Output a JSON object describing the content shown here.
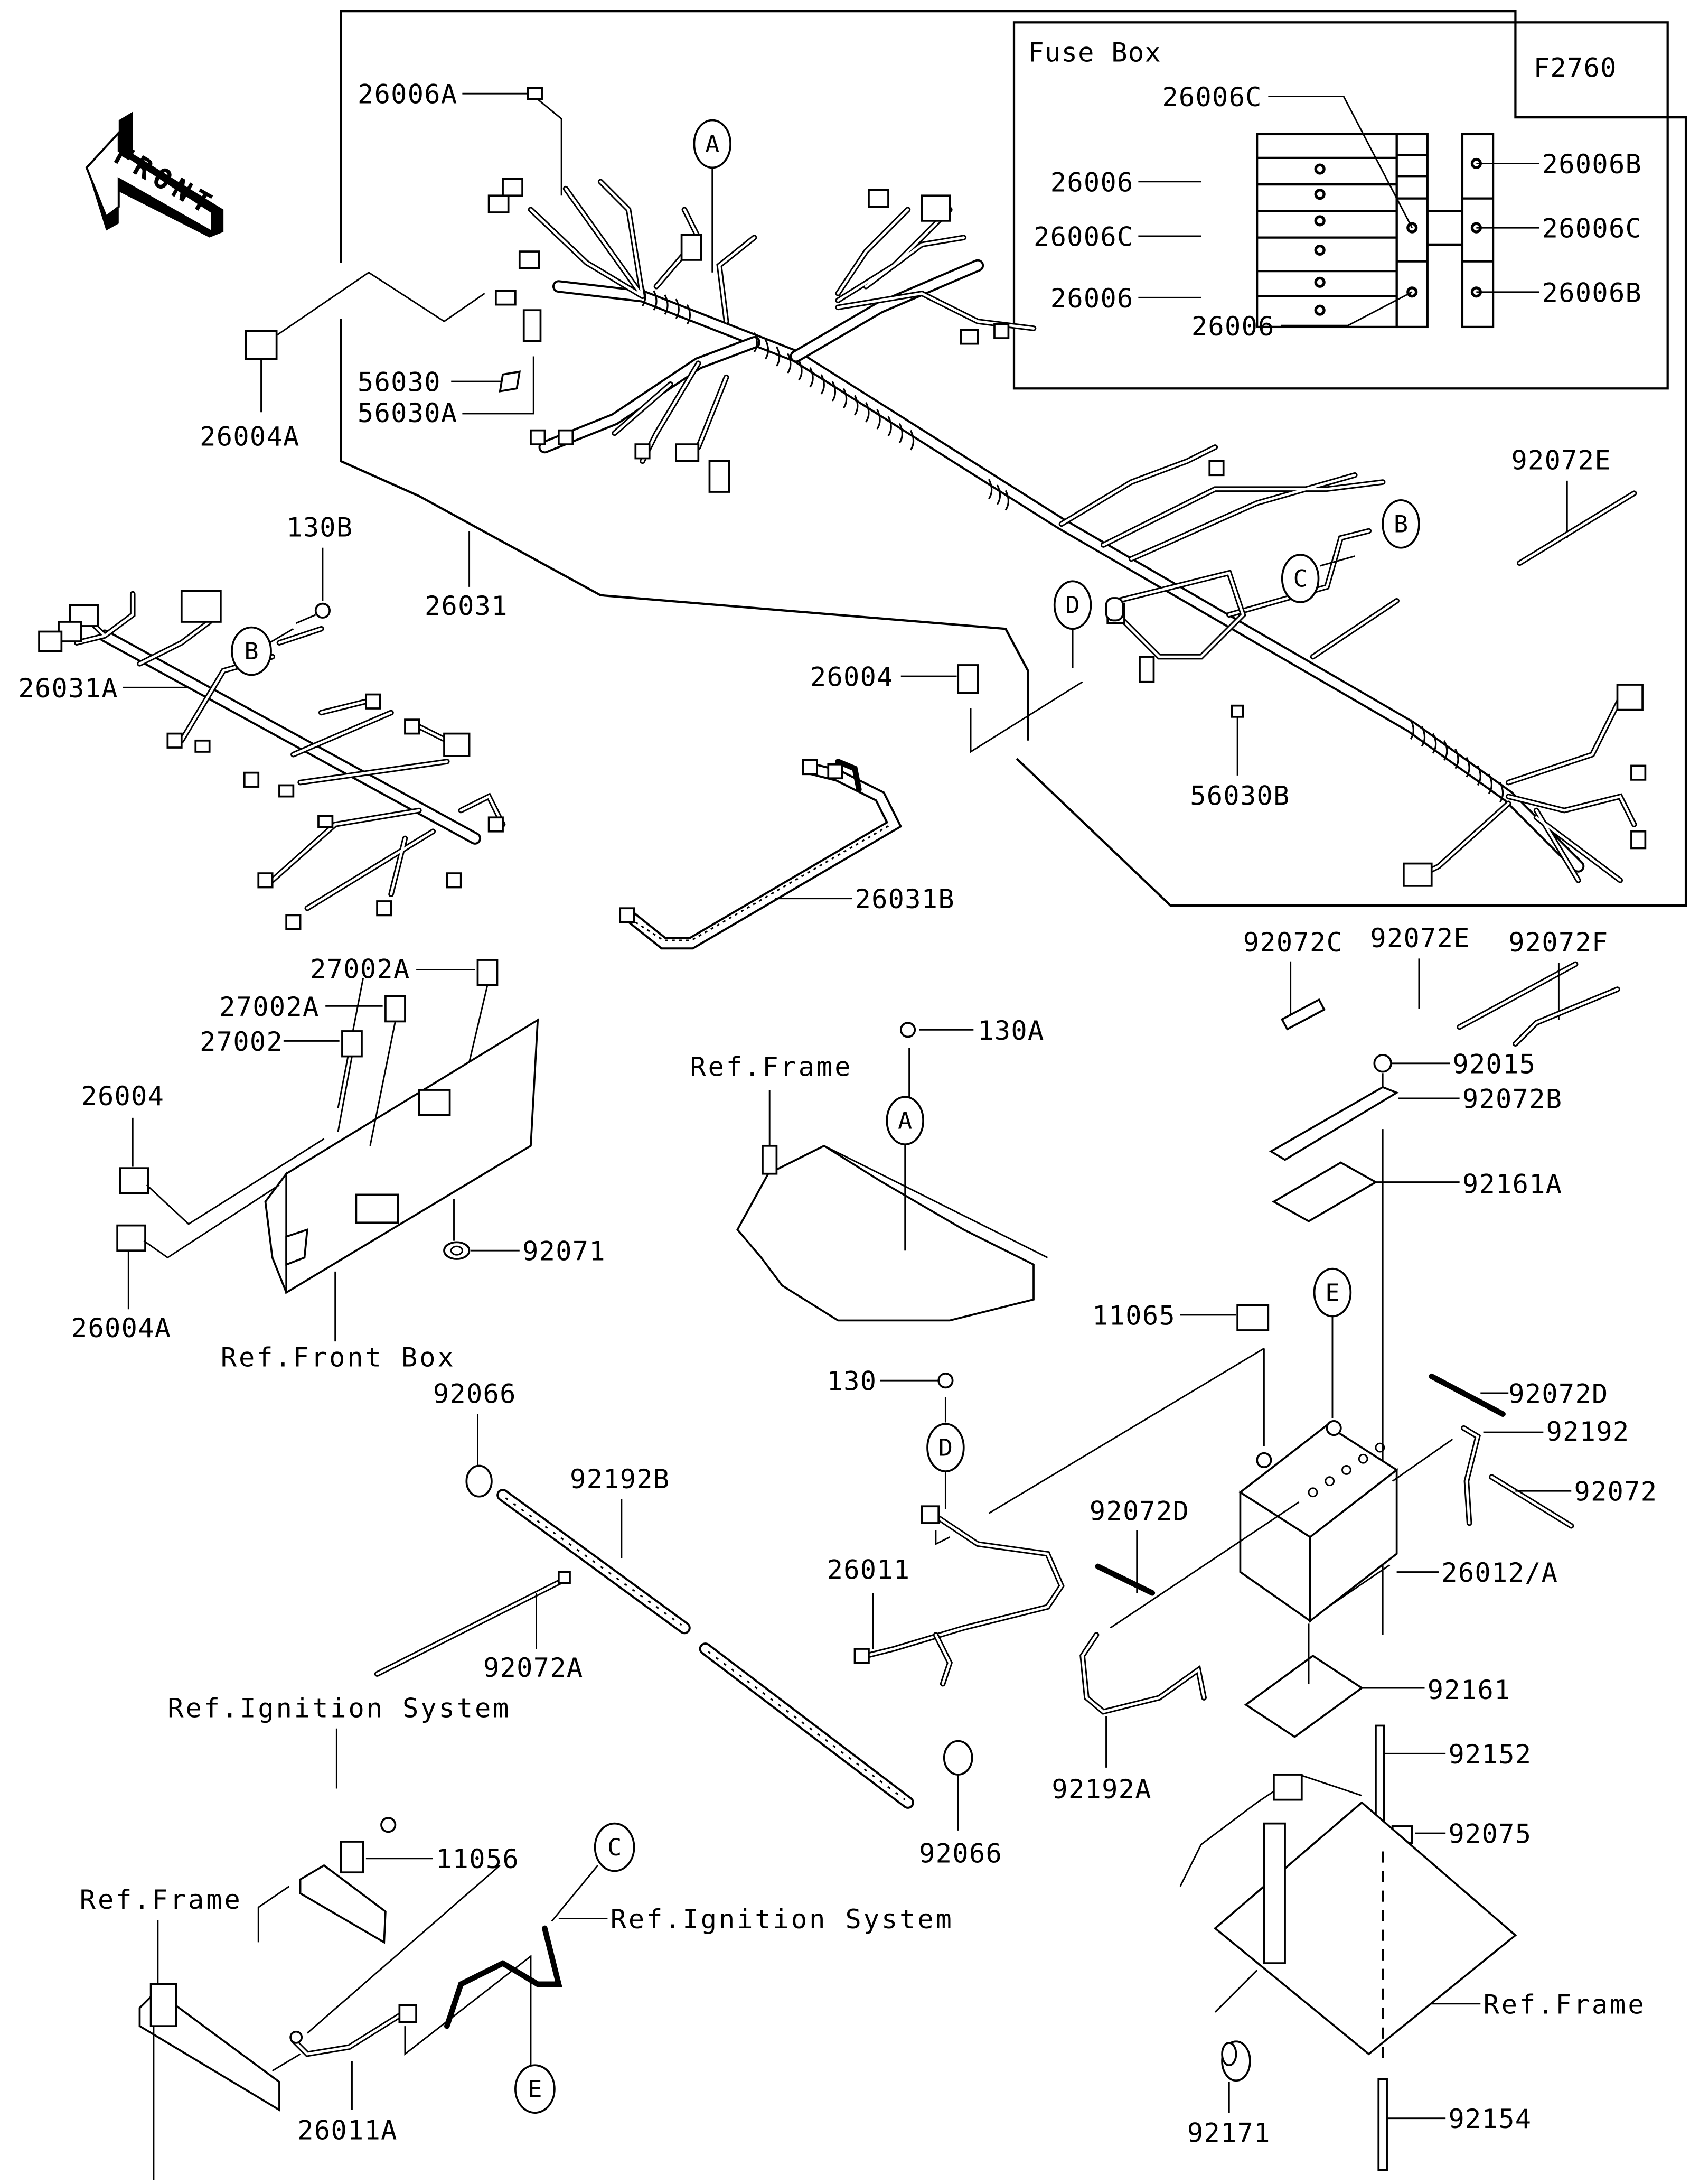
{
  "diagram_code": "F2760",
  "direction_arrow": {
    "text": "FRONT",
    "icon": "front-arrow-icon"
  },
  "fuse_box": {
    "title": "Fuse Box",
    "labels": {
      "top_center": "26006C",
      "left_upper": "26006",
      "left_middle": "26006C",
      "left_lower": "26006",
      "bottom_center": "26006",
      "right_upper": "26006B",
      "right_middle": "26006C",
      "right_lower": "26006B"
    }
  },
  "callouts": {
    "A": "A",
    "B": "B",
    "C": "C",
    "D": "D",
    "E": "E"
  },
  "references": {
    "front_box": "Ref.Front Box",
    "frame": "Ref.Frame",
    "ignition_system": "Ref.Ignition System"
  },
  "parts": {
    "p26006A": "26006A",
    "p26004A_top": "26004A",
    "p56030": "56030",
    "p56030A": "56030A",
    "p26031": "26031",
    "p130B": "130B",
    "p26031A": "26031A",
    "p26004_mid": "26004",
    "p56030B": "56030B",
    "p92072E_top": "92072E",
    "p26031B": "26031B",
    "p27002A_1": "27002A",
    "p27002A_2": "27002A",
    "p27002": "27002",
    "p26004_left": "26004",
    "p26004A_left": "26004A",
    "p92071": "92071",
    "p130A": "130A",
    "p92072C": "92072C",
    "p92072E": "92072E",
    "p92072F": "92072F",
    "p92015": "92015",
    "p92072B": "92072B",
    "p92161A": "92161A",
    "p11065": "11065",
    "p92072D_right": "92072D",
    "p92192": "92192",
    "p92072": "92072",
    "p26012A": "26012/A",
    "p92072D_mid": "92072D",
    "p92161": "92161",
    "p92152": "92152",
    "p92192A": "92192A",
    "p92075": "92075",
    "p92154": "92154",
    "p92171": "92171",
    "p92066_top": "92066",
    "p92192B": "92192B",
    "p92072A": "92072A",
    "p92066_bottom": "92066",
    "p130": "130",
    "p26011": "26011",
    "p11056": "11056",
    "p26011A": "26011A"
  }
}
